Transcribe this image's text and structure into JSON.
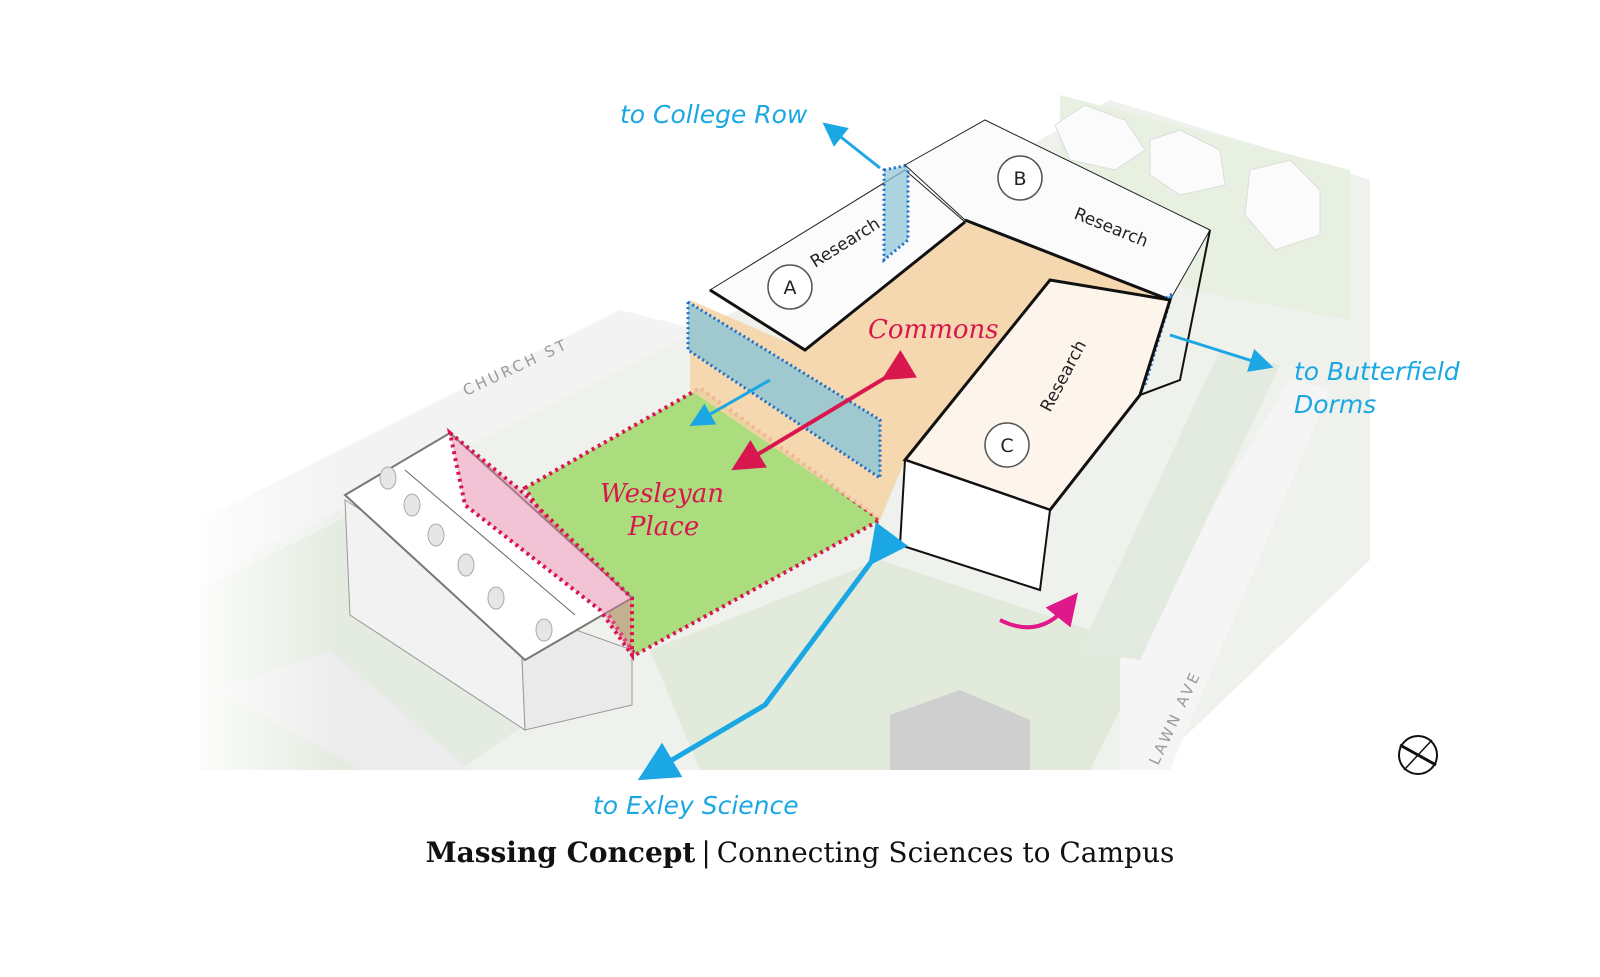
{
  "title": "Massing Concept",
  "subtitle": "Connecting Sciences to Campus",
  "separator": "|",
  "streets": {
    "church": "CHURCH ST",
    "lawn": "LAWN AVE"
  },
  "connections": [
    {
      "id": "college-row",
      "label": "to College Row"
    },
    {
      "id": "butterfield",
      "label_line1": "to Butterfield",
      "label_line2": "Dorms"
    },
    {
      "id": "exley",
      "label": "to Exley Science"
    }
  ],
  "spaces": {
    "commons": "Commons",
    "wesleyan_place_line1": "Wesleyan",
    "wesleyan_place_line2": "Place"
  },
  "buildings": [
    {
      "letter": "A",
      "program": "Research"
    },
    {
      "letter": "B",
      "program": "Research"
    },
    {
      "letter": "C",
      "program": "Research"
    }
  ],
  "colors": {
    "connection_blue": "#1ba7e3",
    "highlight_red": "#d8174f",
    "rotate_magenta": "#e0198a",
    "commons_fill": "#f6d2a6",
    "plaza_green": "#9fd86a",
    "glazing_blue": "#8ac5d6"
  },
  "compass": "north-arrow"
}
